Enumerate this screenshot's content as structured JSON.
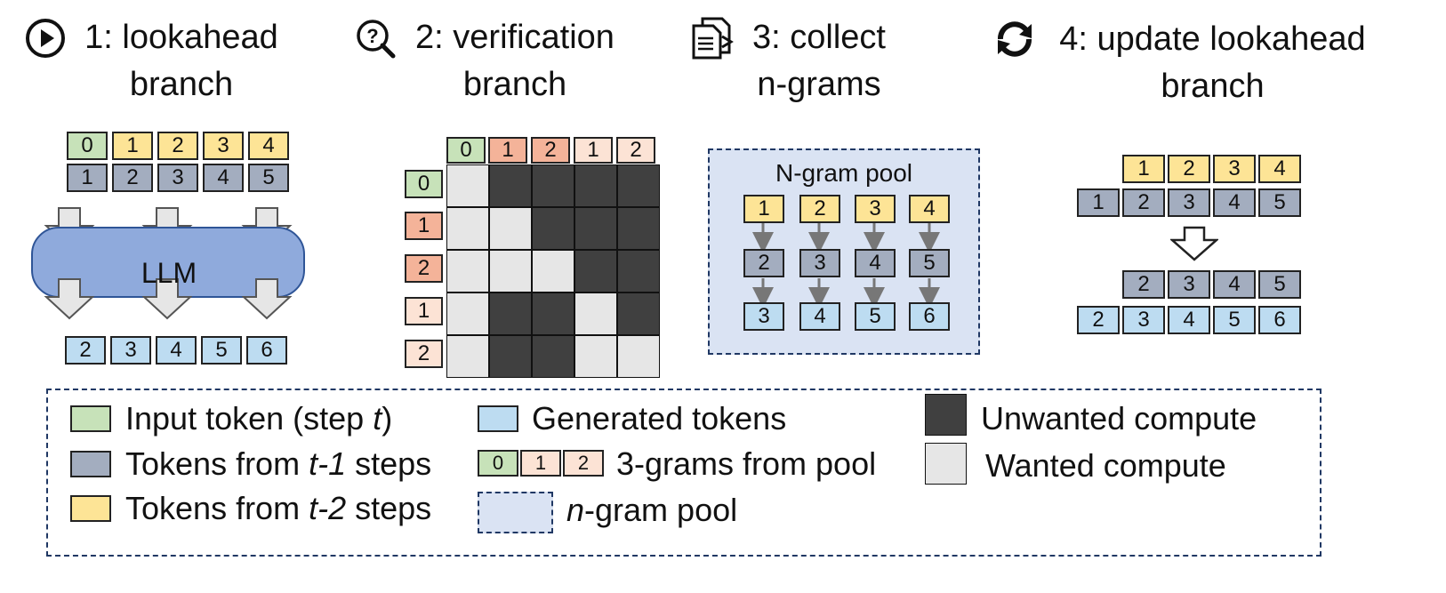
{
  "steps": [
    {
      "line1": "1: lookahead",
      "line2": "branch",
      "icon": "play-circle-icon"
    },
    {
      "line1": "2: verification",
      "line2": "branch",
      "icon": "magnify-question-icon"
    },
    {
      "line1": "3: collect",
      "line2": "n-grams",
      "icon": "document-arrow-icon"
    },
    {
      "line1": "4: update lookahead",
      "line2": "branch",
      "icon": "refresh-icon"
    }
  ],
  "lookahead": {
    "top_row": [
      "0",
      "1",
      "2",
      "3",
      "4"
    ],
    "mid_row": [
      "1",
      "2",
      "3",
      "4",
      "5"
    ],
    "model_label": "LLM",
    "output_row": [
      "2",
      "3",
      "4",
      "5",
      "6"
    ]
  },
  "verification": {
    "col_tokens": [
      "0",
      "1",
      "2",
      "1",
      "2"
    ],
    "row_tokens": [
      "0",
      "1",
      "2",
      "1",
      "2"
    ],
    "mask": [
      [
        0,
        1,
        1,
        1,
        1
      ],
      [
        0,
        0,
        1,
        1,
        1
      ],
      [
        0,
        0,
        0,
        1,
        1
      ],
      [
        0,
        1,
        1,
        0,
        1
      ],
      [
        0,
        1,
        1,
        0,
        0
      ]
    ]
  },
  "pool": {
    "title": "N-gram pool",
    "columns": [
      [
        "1",
        "2",
        "3"
      ],
      [
        "2",
        "3",
        "4"
      ],
      [
        "3",
        "4",
        "5"
      ],
      [
        "4",
        "5",
        "6"
      ]
    ]
  },
  "update": {
    "before_top": [
      "1",
      "2",
      "3",
      "4"
    ],
    "before_bottom": [
      "1",
      "2",
      "3",
      "4",
      "5"
    ],
    "after_top": [
      "2",
      "3",
      "4",
      "5"
    ],
    "after_bottom": [
      "2",
      "3",
      "4",
      "5",
      "6"
    ]
  },
  "legend": {
    "input_token": {
      "text": "Input token (step ",
      "var": "t",
      "suffix": ")"
    },
    "t1_tokens": {
      "text": "Tokens from ",
      "var": "t-1",
      "suffix": " steps"
    },
    "t2_tokens": {
      "text": "Tokens from ",
      "var": "t-2",
      "suffix": " steps"
    },
    "generated": "Generated tokens",
    "three_grams": "3-grams from pool",
    "three_gram_sample": [
      "0",
      "1",
      "2"
    ],
    "ngram_pool": {
      "var": "n",
      "suffix": "-gram pool"
    },
    "unwanted": "Unwanted compute",
    "wanted": "Wanted compute"
  },
  "colors": {
    "input": "#c7e2b9",
    "t1": "#a3adbf",
    "t2": "#fde496",
    "generated": "#bddcf1",
    "orange_dark": "#f4b399",
    "orange_light": "#fce3d5",
    "unwanted": "#404040",
    "wanted": "#e6e6e6",
    "llm": "#8faadc",
    "pool_bg": "#dae3f3",
    "border_dash": "#203864"
  }
}
